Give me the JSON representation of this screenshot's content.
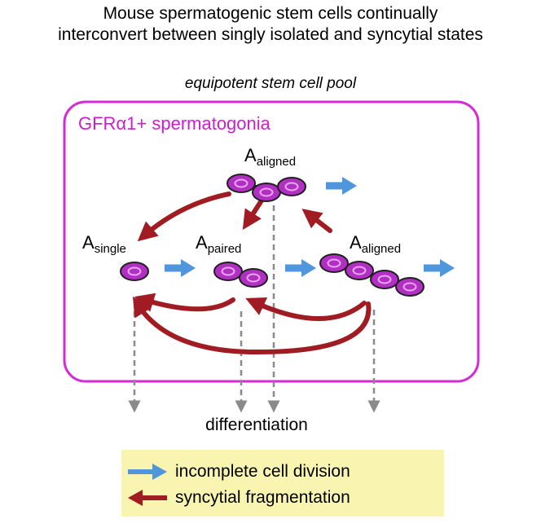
{
  "title": {
    "line1": "Mouse spermatogenic stem cells continually",
    "line2": "interconvert between singly isolated and syncytial states"
  },
  "pool_label": "equipotent  stem cell pool",
  "box_label": "GFRα1+ spermatogonia",
  "stages": {
    "aligned_top": {
      "main": "A",
      "sub": "aligned"
    },
    "single": {
      "main": "A",
      "sub": "single"
    },
    "paired": {
      "main": "A",
      "sub": "paired"
    },
    "aligned_right": {
      "main": "A",
      "sub": "aligned"
    }
  },
  "differentiation_label": "differentiation",
  "legend": [
    {
      "label": "incomplete cell division",
      "color": "#4f96dc",
      "icon": "blue-arrow-icon"
    },
    {
      "label": "syncytial fragmentation",
      "color": "#a01c22",
      "icon": "red-arrow-icon"
    }
  ],
  "colors": {
    "box_border": "#d62ad8",
    "box_label": "#cc1fcc",
    "cell_fill": "#b22fc4",
    "cell_nucleus": "#e9a6ef",
    "cell_outline": "#202020",
    "dashed_arrow": "#8a8a8a",
    "legend_bg": "#f9f5b0"
  }
}
